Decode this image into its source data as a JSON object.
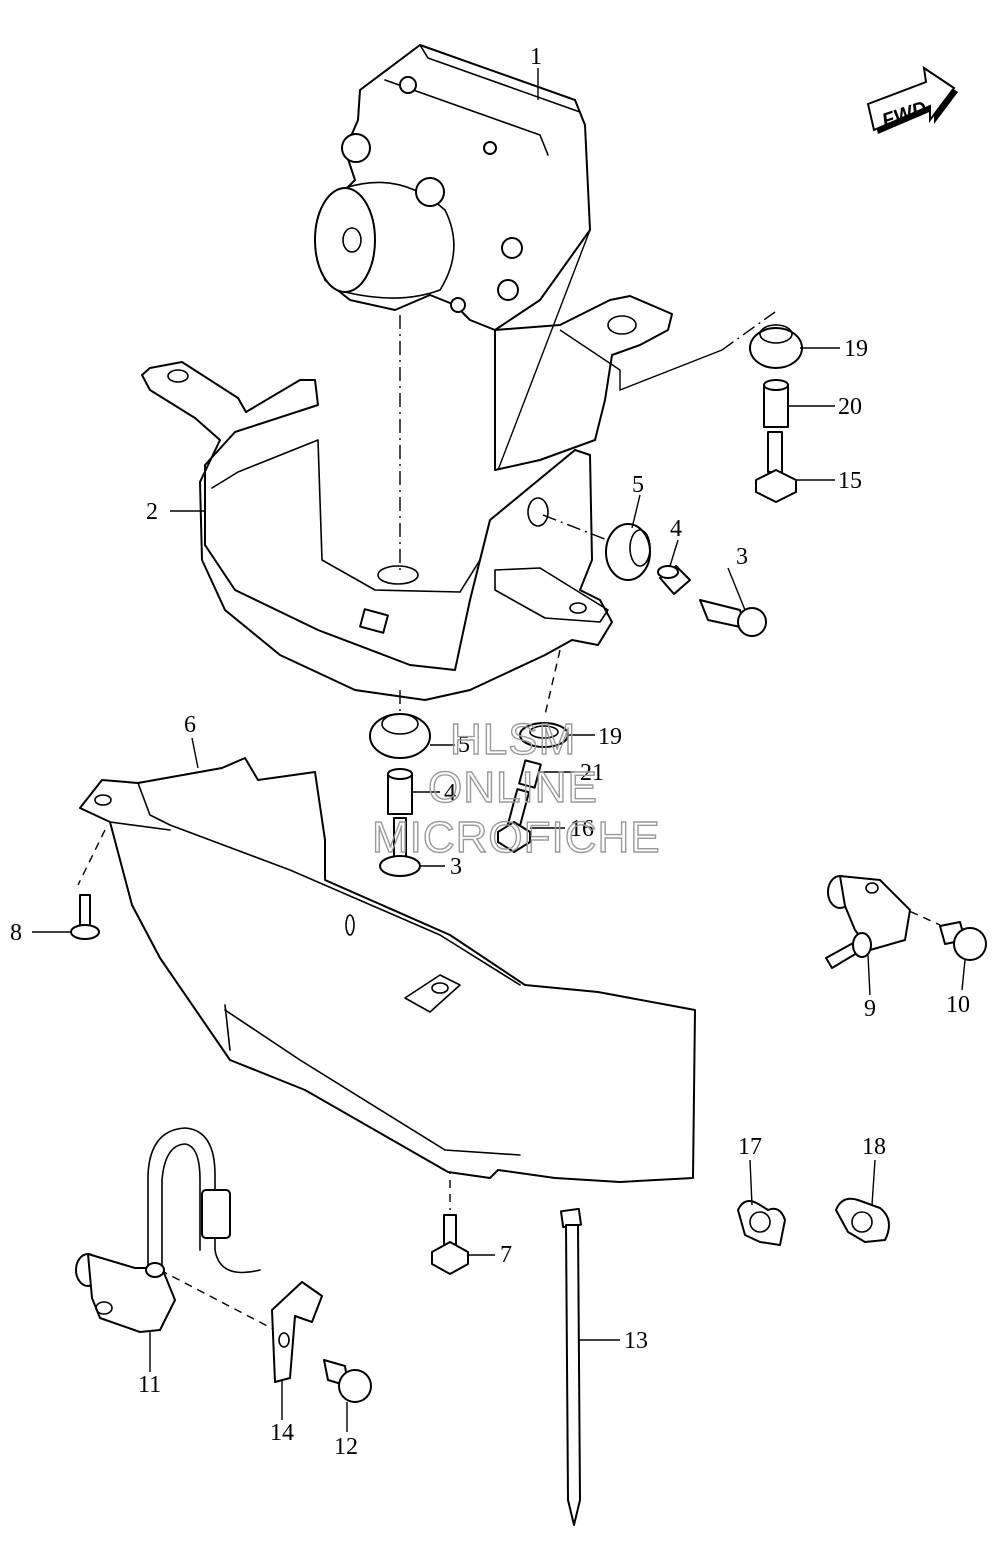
{
  "fwd_label": "FWD",
  "watermark": {
    "line1": "HLSM",
    "line2": "ONLINE",
    "line3": "MICROFICHE"
  },
  "callouts": {
    "c1": "1",
    "c2": "2",
    "c3a": "3",
    "c3b": "3",
    "c4a": "4",
    "c4b": "4",
    "c5a": "5",
    "c5b": "5",
    "c6": "6",
    "c7": "7",
    "c8": "8",
    "c9": "9",
    "c10": "10",
    "c11": "11",
    "c12": "12",
    "c13": "13",
    "c14": "14",
    "c15": "15",
    "c16": "16",
    "c17": "17",
    "c18": "18",
    "c19a": "19",
    "c19b": "19",
    "c20": "20",
    "c21": "21"
  }
}
